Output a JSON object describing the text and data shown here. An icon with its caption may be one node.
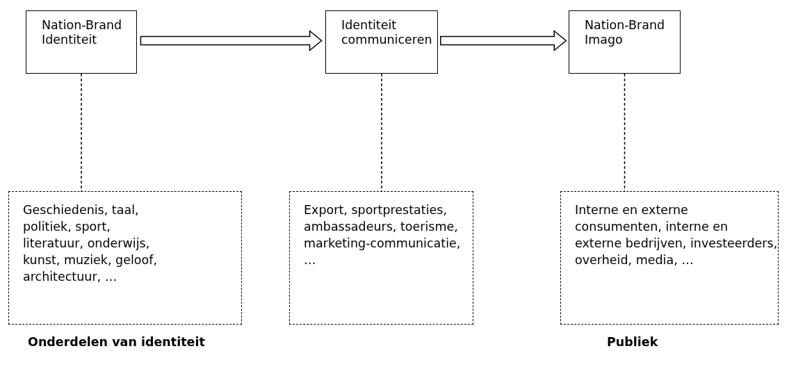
{
  "diagram": {
    "nodes": [
      {
        "text": [
          "Nation-Brand Identiteit"
        ]
      },
      {
        "text": [
          "Identiteit communiceren"
        ]
      },
      {
        "text": [
          "Nation-Brand Imago"
        ]
      },
      {
        "text": [
          "Geschiedenis, taal, politiek, sport, literatuur, onderwijs, kunst, muziek, geloof, architectuur, …"
        ],
        "beside": [
          "Onderdelen van identiteit"
        ]
      },
      {
        "text": [
          "Export, sportprestaties, ambassadeurs, toerisme, marketing-communicatie, …"
        ]
      },
      {
        "text": [
          "Interne en externe consumenten, interne en externe bedrijven, investeerders, overheid, media, …"
        ],
        "beside": [
          "Publiek"
        ]
      }
    ],
    "edges": [
      {
        "from": 0,
        "to": 1,
        "arrow": "to"
      },
      {
        "from": 1,
        "to": 2,
        "arrow": "to"
      },
      {
        "from": 0,
        "to": 3,
        "arrow": "none",
        "style": "dashed"
      },
      {
        "from": 1,
        "to": 4,
        "arrow": "none",
        "style": "dashed"
      },
      {
        "from": 2,
        "to": 5,
        "arrow": "none",
        "style": "dashed"
      }
    ]
  }
}
